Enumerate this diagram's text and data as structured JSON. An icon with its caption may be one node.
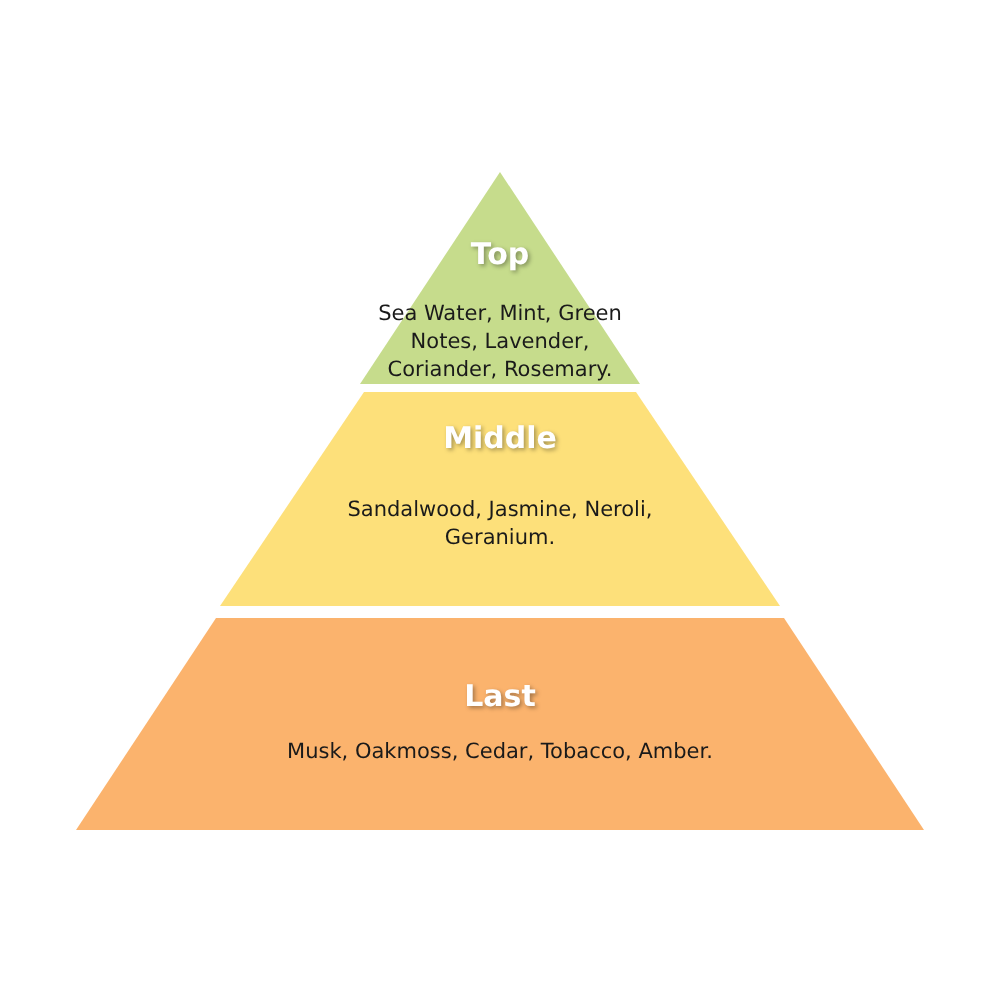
{
  "diagram": {
    "nodes": [
      {
        "text": [
          "Top",
          "Sea Water, Mint, Green Notes, Lavender, Coriander, Rosemary."
        ]
      },
      {
        "text": [
          "Middle",
          "Sandalwood, Jasmine, Neroli, Geranium."
        ]
      },
      {
        "text": [
          "Last",
          "Musk, Oakmoss, Cedar, Tobacco, Amber."
        ]
      }
    ]
  }
}
